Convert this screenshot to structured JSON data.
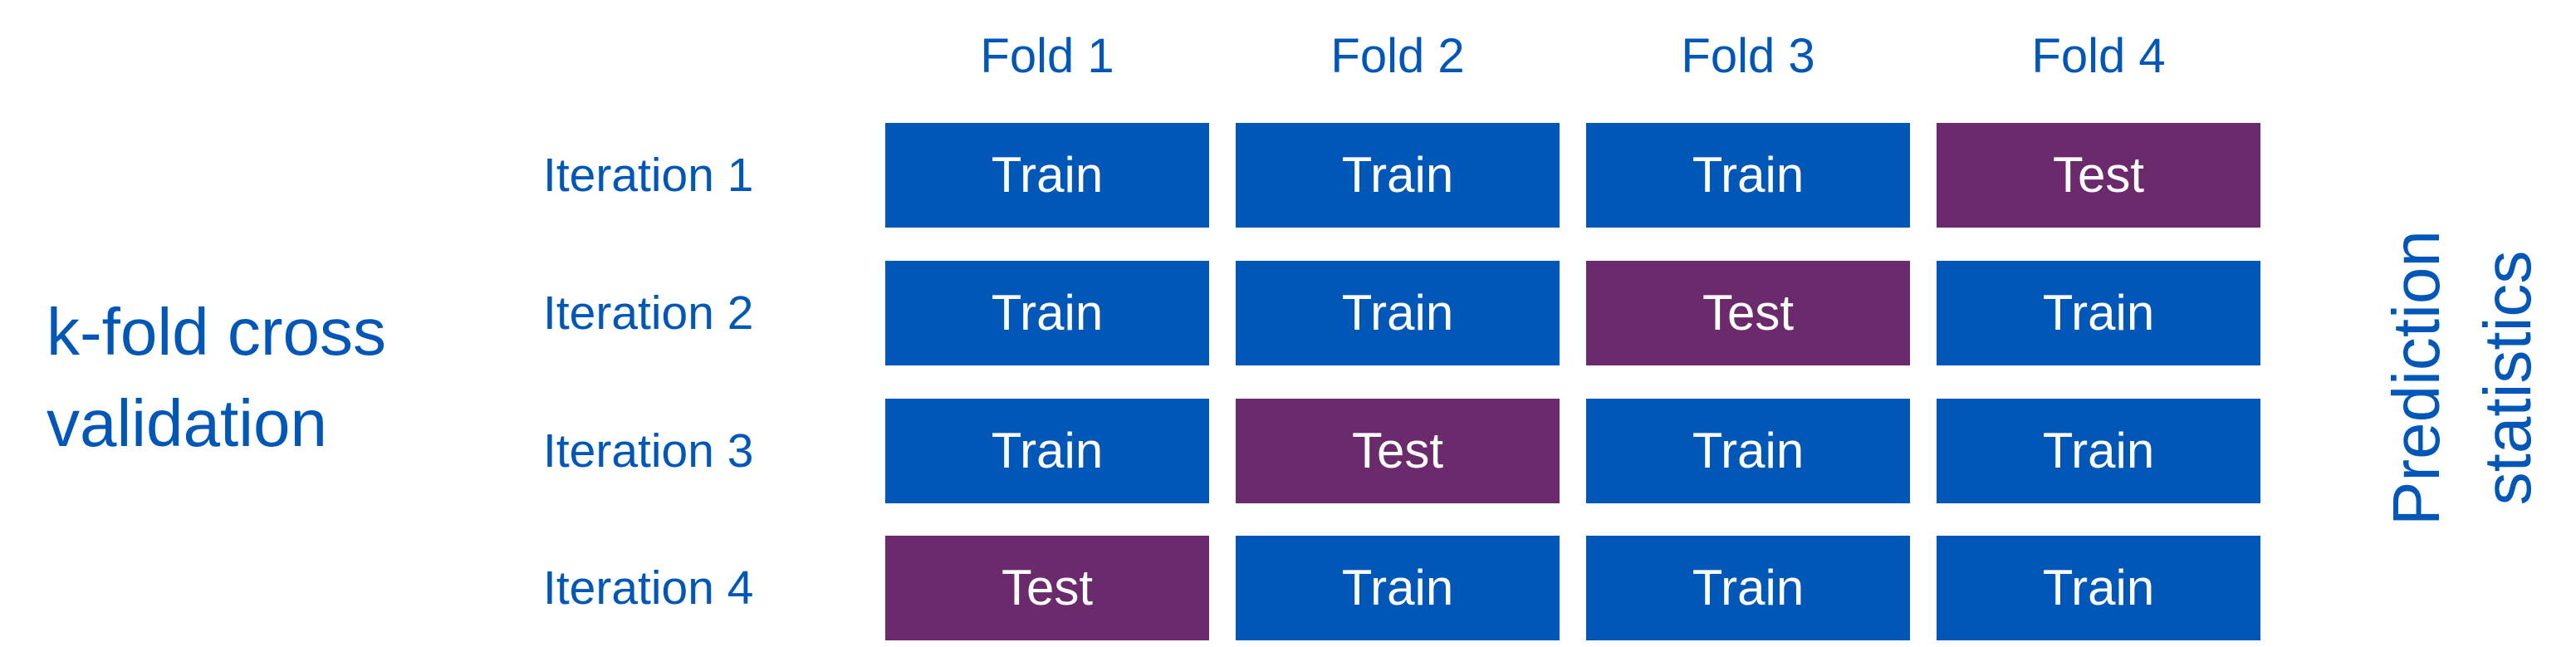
{
  "title": {
    "line1": "k-fold cross",
    "line2": "validation"
  },
  "folds": [
    "Fold 1",
    "Fold 2",
    "Fold 3",
    "Fold 4"
  ],
  "iterations": [
    {
      "label": "Iteration 1",
      "cells": [
        "Train",
        "Train",
        "Train",
        "Test"
      ]
    },
    {
      "label": "Iteration 2",
      "cells": [
        "Train",
        "Train",
        "Test",
        "Train"
      ]
    },
    {
      "label": "Iteration 3",
      "cells": [
        "Train",
        "Test",
        "Train",
        "Train"
      ]
    },
    {
      "label": "Iteration 4",
      "cells": [
        "Test",
        "Train",
        "Train",
        "Train"
      ]
    }
  ],
  "side_label": {
    "line1": "Prediction",
    "line2": "statistics"
  },
  "colors": {
    "train": "#0057b8",
    "test": "#6b2a6b",
    "text": "#0057b8"
  }
}
